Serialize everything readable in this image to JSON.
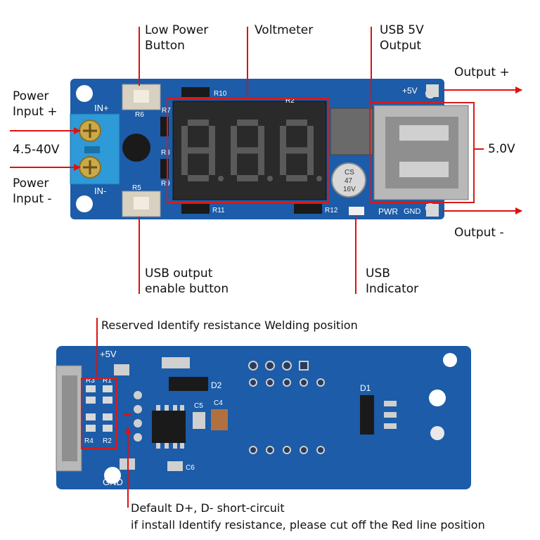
{
  "colors": {
    "pcb": "#1c5ca8",
    "pcb_dark": "#164a8c",
    "callout_line": "#e01010",
    "callout_box": "#d81a1a",
    "display_bg": "#2a2a2a",
    "segment": "#5a5a5a",
    "terminal": "#2e9ad8",
    "usb_metal": "#b8b8b8"
  },
  "top_labels": {
    "low_power_button": "Low Power\nButton",
    "voltmeter": "Voltmeter",
    "usb_5v_output": "USB 5V\nOutput",
    "output_plus": "Output +",
    "power_input_plus": "Power\nInput +",
    "voltage_range": "4.5-40V",
    "power_input_minus": "Power\nInput -",
    "output_voltage": "5.0V",
    "output_minus": "Output -",
    "usb_output_enable": "USB output\nenable button",
    "usb_indicator": "USB\nIndicator"
  },
  "bottom_labels": {
    "reserved": "Reserved Identify resistance Welding position",
    "default_short": "Default D+, D- short-circuit",
    "install_note": "if install Identify resistance, please cut off the Red line position"
  },
  "silkscreen_top": {
    "in_plus": "IN+",
    "in_minus": "IN-",
    "plus5v": "+5V",
    "gnd": "GND",
    "pwr": "PWR",
    "r10": "R10",
    "r11": "R11",
    "r12": "R12",
    "r5": "R5",
    "r6": "R6",
    "r7": "R7",
    "r8": "R8",
    "r9": "R9",
    "r2": "R2",
    "cap_cs": "CS",
    "cap_47": "47",
    "cap_16v": "16V"
  },
  "display_text": "8.8.8.",
  "silkscreen_bottom": {
    "plus5v": "+5V",
    "gnd": "GND",
    "d1": "D1",
    "d2": "D2",
    "c4": "C4",
    "c5": "C5",
    "c6": "C6",
    "r1": "R1",
    "r2": "R2",
    "r3": "R3",
    "r4": "R4"
  }
}
